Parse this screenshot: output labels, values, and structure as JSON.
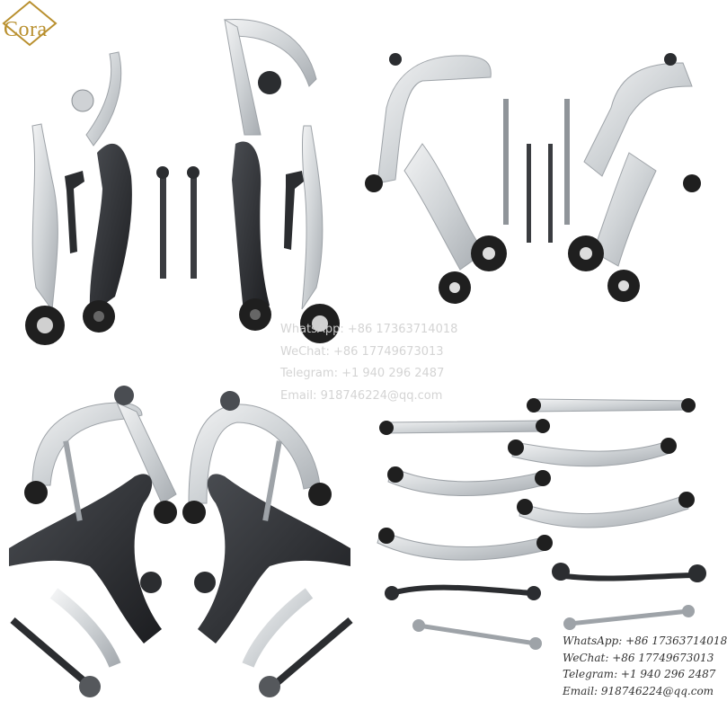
{
  "brand": {
    "logo_text": "Cora",
    "logo_color": "#b9902f"
  },
  "watermark_center": {
    "whatsapp": "WhatsApp: +86 17363714018",
    "wechat": "WeChat: +86 17749673013",
    "telegram": "Telegram: +1 940 296 2487",
    "email": "Email: 918746224@qq.com"
  },
  "watermark_corner": {
    "whatsapp": "WhatsApp: +86 17363714018",
    "wechat": "WeChat: +86 17749673013",
    "telegram": "Telegram: +1 940 296 2487",
    "email": "Email: 918746224@qq.com"
  },
  "colors": {
    "background": "#ffffff",
    "aluminum": "#d6d9dc",
    "aluminum_edge": "#9ea3a8",
    "cast_iron": "#2b2d30",
    "bushing": "#1f1f1f",
    "steel_rod": "#3a3c40"
  }
}
